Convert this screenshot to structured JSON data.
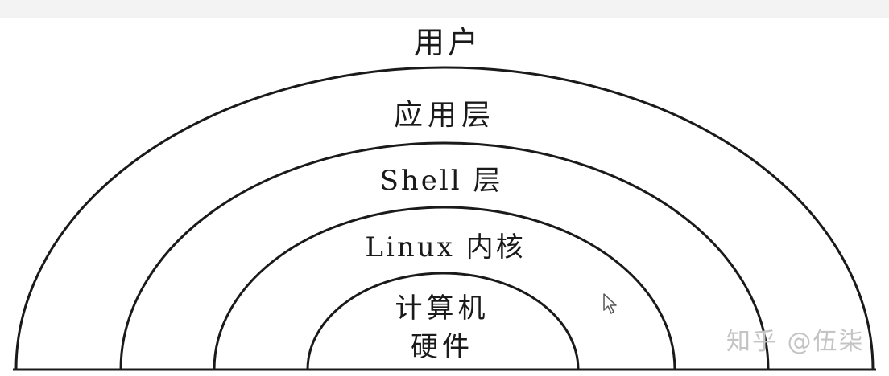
{
  "layers": [
    {
      "id": "user",
      "label": "用户"
    },
    {
      "id": "application",
      "label": "应用层"
    },
    {
      "id": "shell",
      "label": "Shell 层"
    },
    {
      "id": "kernel",
      "label": "Linux 内核"
    },
    {
      "id": "hardware",
      "label_line1": "计算机",
      "label_line2": "硬件"
    }
  ],
  "watermark": "知乎 @伍柒",
  "colors": {
    "stroke": "#1a1a1a",
    "background": "#ffffff",
    "watermark": "#c4c4c4"
  }
}
